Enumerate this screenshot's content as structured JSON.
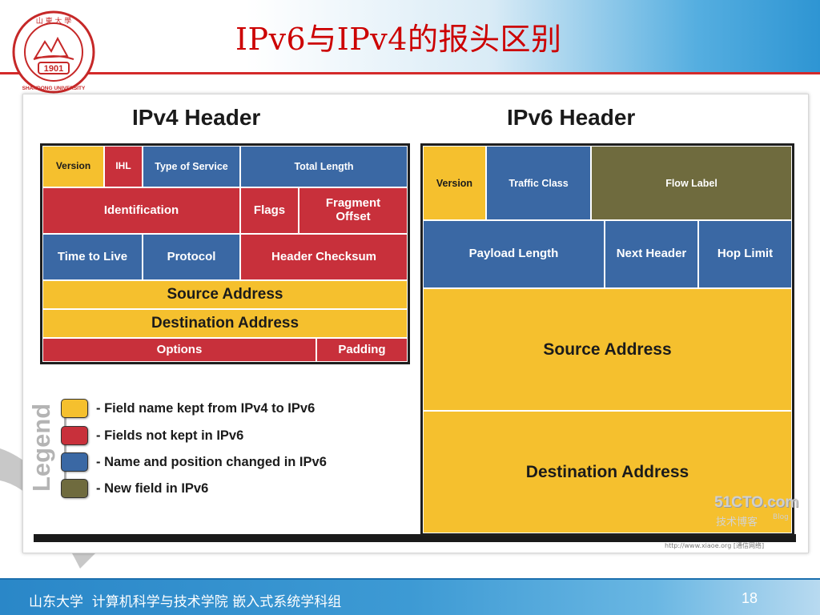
{
  "slide": {
    "title": "IPv6与IPv4的报头区别",
    "footer_text": "山东大学  计算机科学与技术学院 嵌入式系统学科组",
    "page_number": "18"
  },
  "logo": {
    "top_text": "山 東 大 學",
    "year": "1901",
    "bottom_text": "SHANDONG UNIVERSITY"
  },
  "colors": {
    "kept": "#f5c02e",
    "not_kept": "#c8303b",
    "changed": "#3a68a4",
    "new": "#6f6b3e"
  },
  "ipv4": {
    "title": "IPv4 Header",
    "cells": [
      {
        "label": "Version",
        "category": "kept"
      },
      {
        "label": "IHL",
        "category": "not_kept"
      },
      {
        "label": "Type of Service",
        "category": "changed"
      },
      {
        "label": "Total Length",
        "category": "changed"
      },
      {
        "label": "Identification",
        "category": "not_kept"
      },
      {
        "label": "Flags",
        "category": "not_kept"
      },
      {
        "label": "Fragment\nOffset",
        "category": "not_kept"
      },
      {
        "label": "Time to Live",
        "category": "changed"
      },
      {
        "label": "Protocol",
        "category": "changed"
      },
      {
        "label": "Header Checksum",
        "category": "not_kept"
      },
      {
        "label": "Source Address",
        "category": "kept"
      },
      {
        "label": "Destination Address",
        "category": "kept"
      },
      {
        "label": "Options",
        "category": "not_kept"
      },
      {
        "label": "Padding",
        "category": "not_kept"
      }
    ]
  },
  "ipv6": {
    "title": "IPv6 Header",
    "cells": [
      {
        "label": "Version",
        "category": "kept"
      },
      {
        "label": "Traffic Class",
        "category": "changed"
      },
      {
        "label": "Flow Label",
        "category": "new"
      },
      {
        "label": "Payload Length",
        "category": "changed"
      },
      {
        "label": "Next Header",
        "category": "changed"
      },
      {
        "label": "Hop Limit",
        "category": "changed"
      },
      {
        "label": "Source Address",
        "category": "kept"
      },
      {
        "label": "Destination Address",
        "category": "kept"
      }
    ]
  },
  "legend": {
    "title": "Legend",
    "items": [
      {
        "label": "- Field name kept from IPv4 to IPv6",
        "category": "kept"
      },
      {
        "label": "- Fields not kept in IPv6",
        "category": "not_kept"
      },
      {
        "label": "- Name and position changed in IPv6",
        "category": "changed"
      },
      {
        "label": "- New field in IPv6",
        "category": "new"
      }
    ]
  },
  "watermark": {
    "main": "51CTO.com",
    "sub": "技术博客",
    "blog": "Blog",
    "caption": "http://www.xiaoe.org  [通信网络]"
  }
}
